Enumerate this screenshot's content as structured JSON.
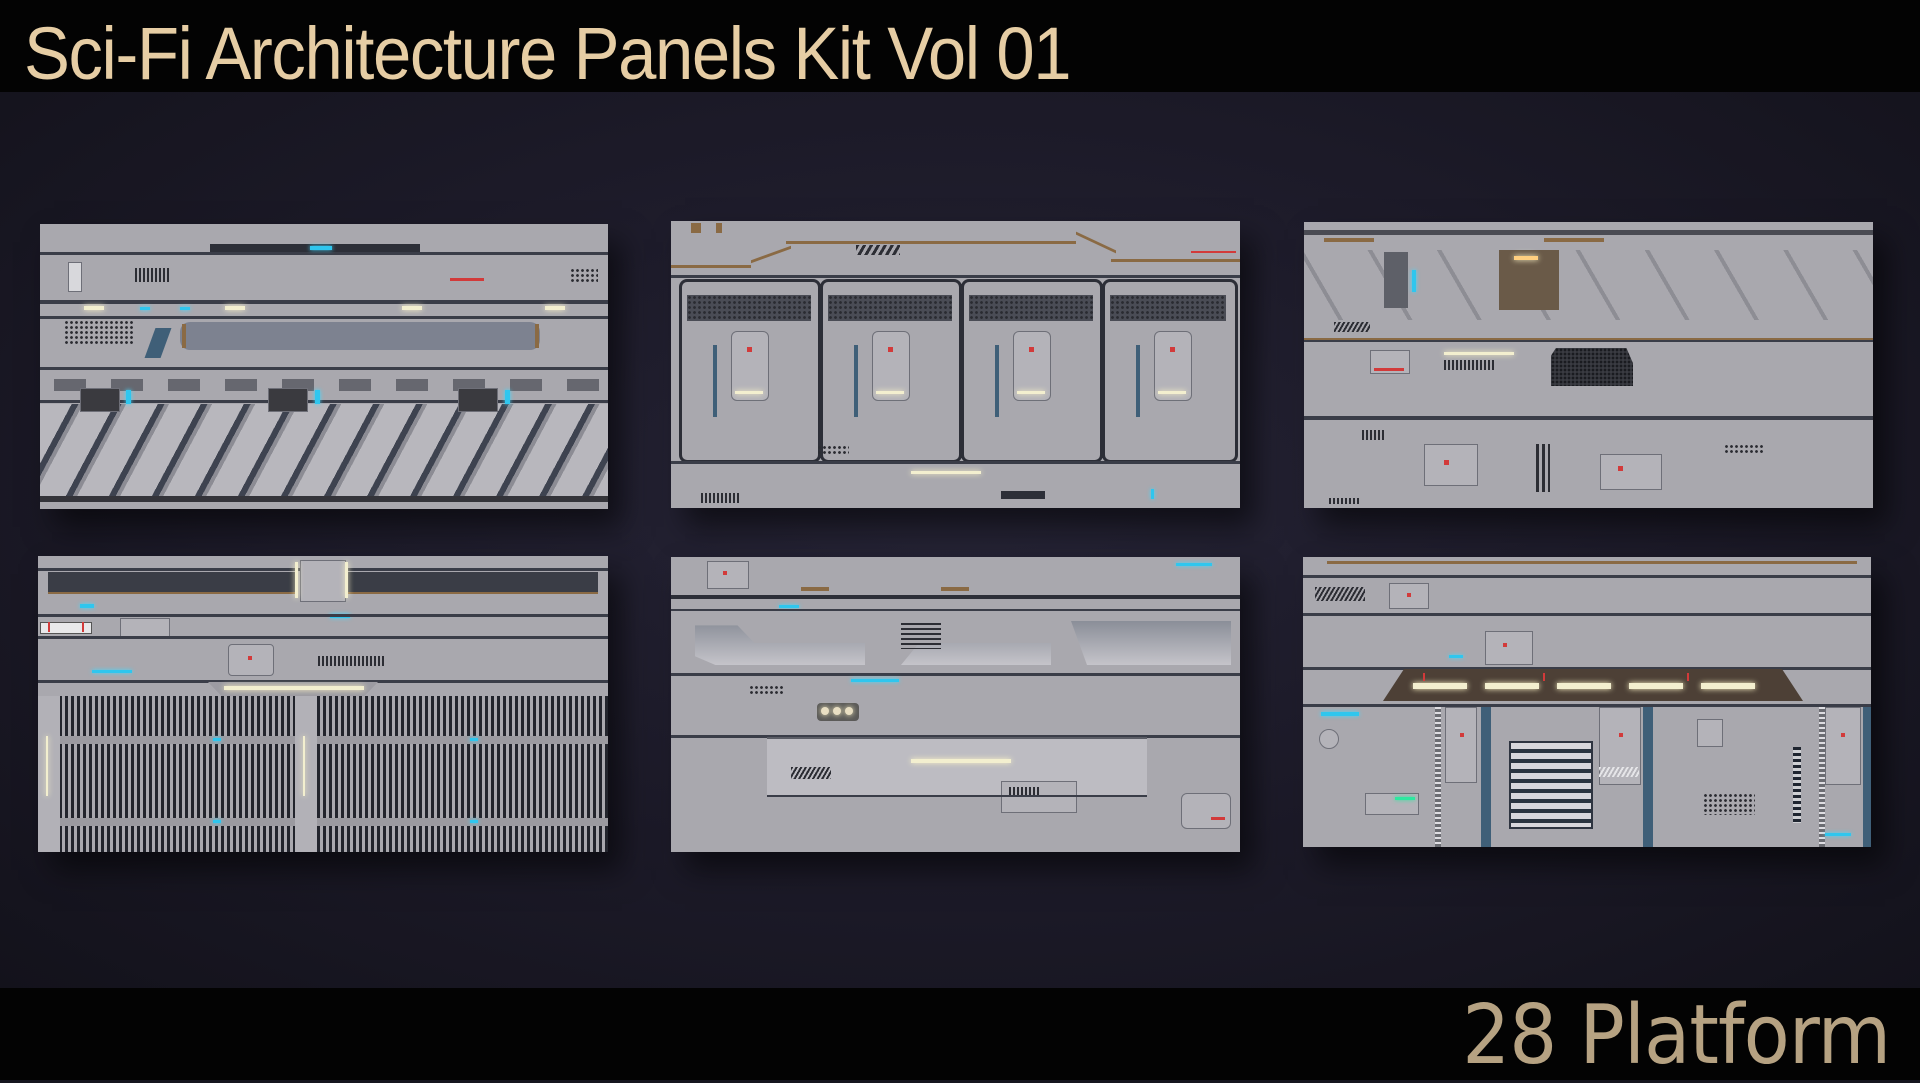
{
  "header": {
    "title": "Sci-Fi Architecture Panels Kit Vol 01"
  },
  "footer": {
    "label": "28 Platform"
  },
  "colors": {
    "title_text": "#e6cda4",
    "footer_text": "#b6a282",
    "bars": "#030303",
    "background": "#1c1a28",
    "panel_metal": "#a9a8ae",
    "accent_cyan": "#2fc6ee",
    "accent_light": "#f3efcf",
    "accent_red": "#d23a3a"
  },
  "panels": [
    {
      "id": 1,
      "style": "diagonal-ramp-with-pipe"
    },
    {
      "id": 2,
      "style": "four-door-bays"
    },
    {
      "id": 3,
      "style": "truss-wall-with-vent"
    },
    {
      "id": 4,
      "style": "vertical-grille-gates"
    },
    {
      "id": 5,
      "style": "recessed-console-wall"
    },
    {
      "id": 6,
      "style": "light-strip-louver-wall"
    }
  ]
}
